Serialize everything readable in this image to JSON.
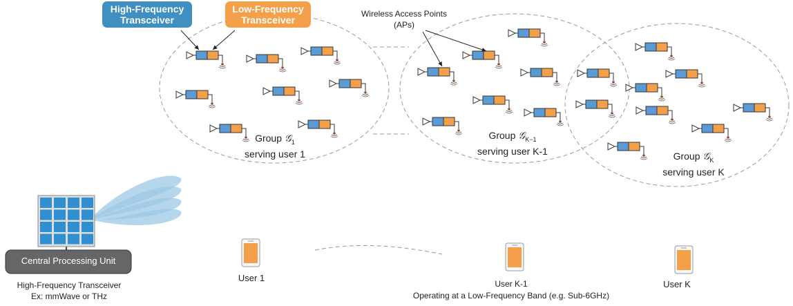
{
  "callouts": {
    "high_frequency": {
      "line1": "High-Frequency",
      "line2": "Transceiver",
      "color": "#3f8fc0"
    },
    "low_frequency": {
      "line1": "Low-Frequency",
      "line2": "Transceiver",
      "color": "#f4a04a"
    }
  },
  "ap_label": {
    "line1": "Wireless Access Points",
    "line2": "(APs)"
  },
  "groups": [
    {
      "prefix": "Group ",
      "symbol": "𝒢",
      "sub": "1",
      "serving": "serving user 1"
    },
    {
      "prefix": "Group ",
      "symbol": "𝒢",
      "sub": "K−1",
      "serving": "serving user K-1"
    },
    {
      "prefix": "Group ",
      "symbol": "𝒢",
      "sub": "K",
      "serving": "serving user K"
    }
  ],
  "cpu": {
    "label": "Central Processing Unit",
    "caption_line1": "High-Frequency Transceiver",
    "caption_line2": "Ex: mmWave or THz"
  },
  "users": {
    "user1": "User 1",
    "userK1": "User K-1",
    "userK1_band": "Operating at a Low-Frequency Band (e.g. Sub-6GHz)",
    "userK": "User K"
  },
  "colors": {
    "hf": "#5b9bd5",
    "lf": "#f4a04a",
    "panel": "#2f8fd0",
    "phone": "#f4a04a",
    "cpu_box": "#666666",
    "beam": "#9ec8e6"
  }
}
